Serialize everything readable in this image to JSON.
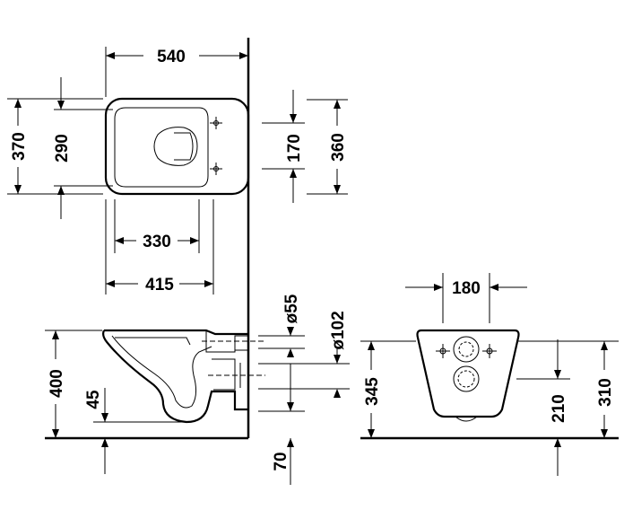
{
  "top_view": {
    "width_total": "540",
    "depth_outer": "370",
    "depth_inner": "290",
    "opening_width": "330",
    "bowl_length": "415",
    "fixing_spacing": "170",
    "fixing_height_span": "360"
  },
  "side_view": {
    "pipe_diameter_small": "ø55",
    "pipe_diameter_large": "ø102",
    "seat_height": "400",
    "outlet_height": "45",
    "offset_floor": "70"
  },
  "front_view": {
    "width_top": "180",
    "height_total": "345",
    "outlet_center_height": "210",
    "fixing_height": "310"
  }
}
